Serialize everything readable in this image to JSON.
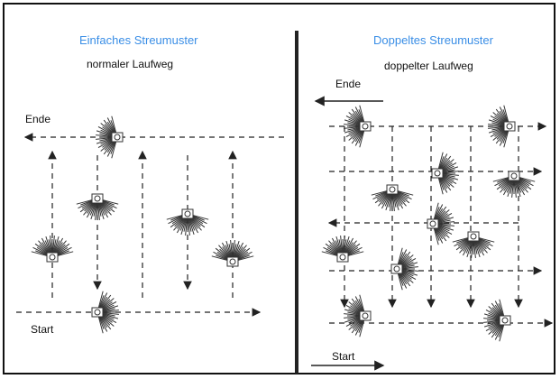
{
  "left_panel": {
    "title": "Einfaches Streumuster",
    "subtitle": "normaler Laufweg",
    "end_label": "Ende",
    "start_label": "Start"
  },
  "right_panel": {
    "title": "Doppeltes Streumuster",
    "subtitle": "doppelter Laufweg",
    "end_label": "Ende",
    "start_label": "Start"
  },
  "colors": {
    "title_color": "#3a8ee6",
    "line_color": "#222222",
    "spreader_color": "#333333"
  },
  "icons": {
    "spreader": "fan-spreader-icon",
    "arrow": "arrow-icon"
  }
}
